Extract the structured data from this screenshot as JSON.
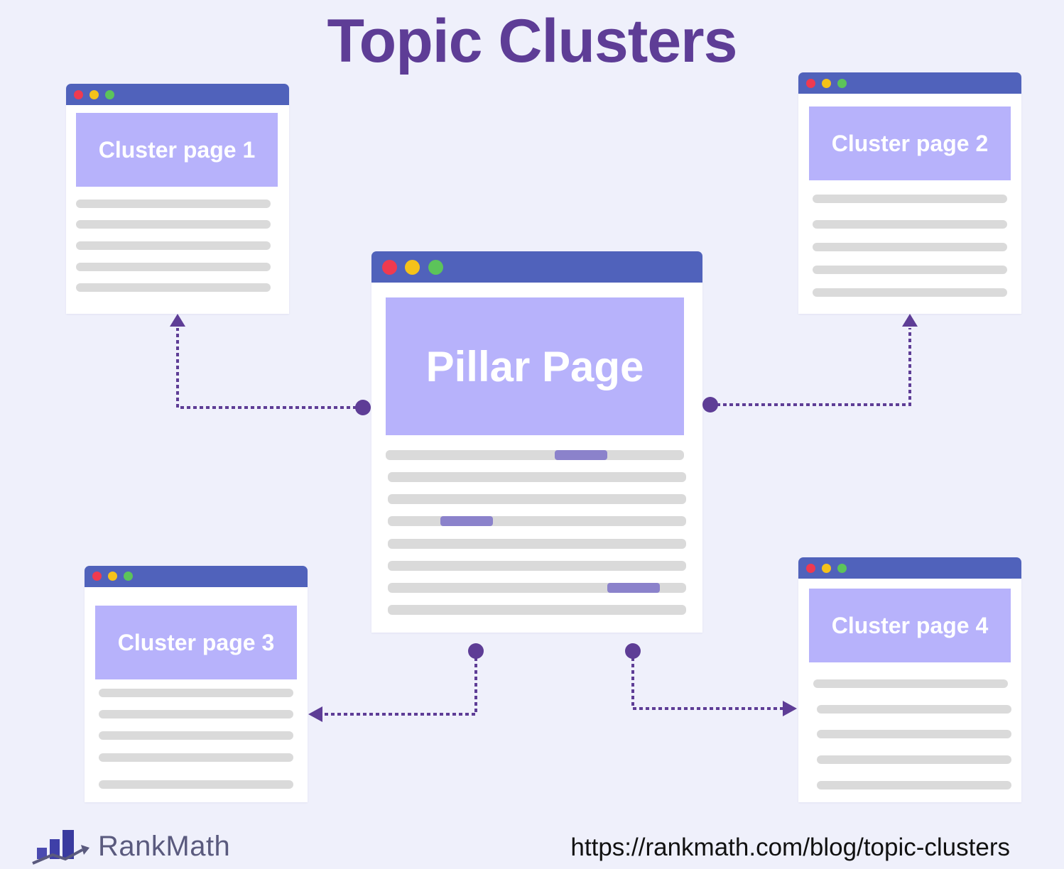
{
  "title": "Topic Clusters",
  "pillar": {
    "label": "Pillar Page"
  },
  "clusters": [
    {
      "label": "Cluster page 1"
    },
    {
      "label": "Cluster page 2"
    },
    {
      "label": "Cluster page 3"
    },
    {
      "label": "Cluster page 4"
    }
  ],
  "brand": {
    "name": "RankMath"
  },
  "url": "https://rankmath.com/blog/topic-clusters",
  "colors": {
    "background": "#eff0fb",
    "title": "#5e3d96",
    "window_bar": "#5062bb",
    "hero_fill": "#b7b2fb",
    "connector": "#5e3d96",
    "text_line": "#dadada",
    "link_highlight": "#8b82cb"
  }
}
